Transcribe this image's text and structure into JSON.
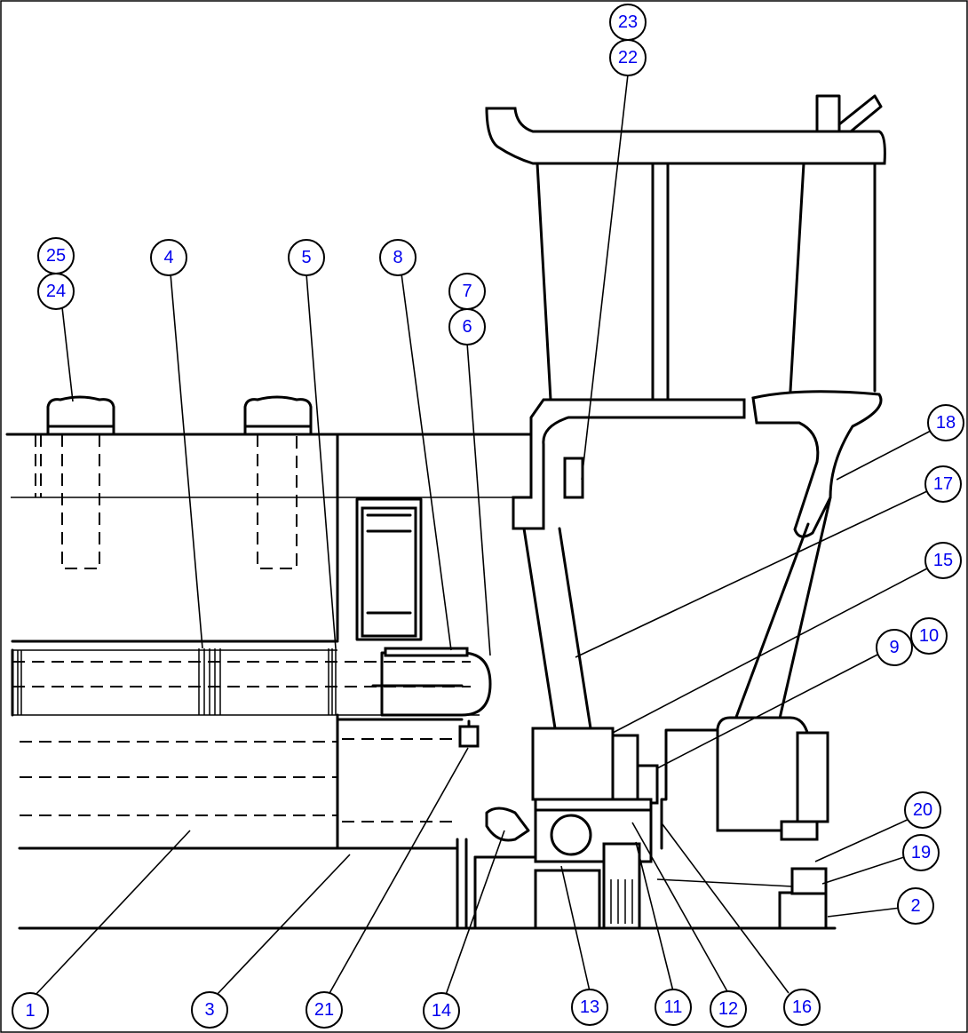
{
  "callouts": [
    {
      "n": "1"
    },
    {
      "n": "2"
    },
    {
      "n": "3"
    },
    {
      "n": "4"
    },
    {
      "n": "5"
    },
    {
      "n": "6"
    },
    {
      "n": "7"
    },
    {
      "n": "8"
    },
    {
      "n": "9"
    },
    {
      "n": "10"
    },
    {
      "n": "11"
    },
    {
      "n": "12"
    },
    {
      "n": "13"
    },
    {
      "n": "14"
    },
    {
      "n": "15"
    },
    {
      "n": "16"
    },
    {
      "n": "17"
    },
    {
      "n": "18"
    },
    {
      "n": "19"
    },
    {
      "n": "20"
    },
    {
      "n": "21"
    },
    {
      "n": "22"
    },
    {
      "n": "23"
    },
    {
      "n": "24"
    },
    {
      "n": "25"
    }
  ],
  "colors": {
    "callout_text": "#0000ee",
    "line": "#000000",
    "background": "#ffffff"
  }
}
